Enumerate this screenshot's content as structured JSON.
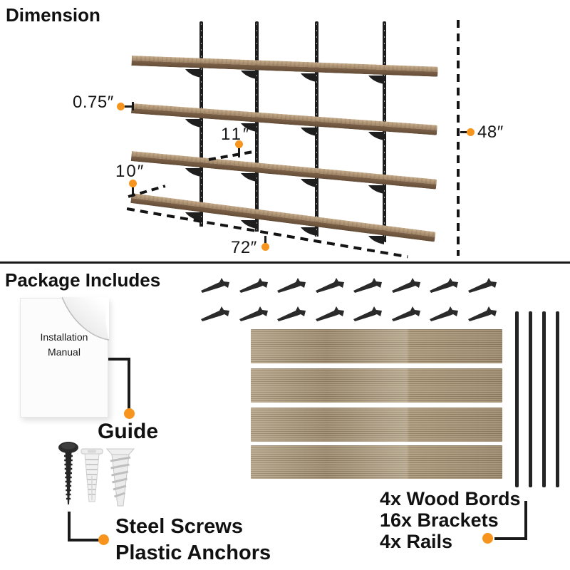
{
  "accent_color": "#F7941E",
  "wood_color": "#b3a184",
  "line_color": "#1a1a1a",
  "dimension": {
    "title": "Dimension",
    "thickness_label": "0.75″",
    "depth_upper_label": "11″",
    "depth_lower_label": "10″",
    "width_label": "72″",
    "height_label": "48″"
  },
  "package": {
    "title": "Package Includes",
    "manual_line1": "Installation",
    "manual_line2": "Manual",
    "guide_label": "Guide",
    "hardware_label_line1": "Steel Screws",
    "hardware_label_line2": "Plastic Anchors",
    "contents": {
      "boards": "4x Wood Bords",
      "brackets": "16x Brackets",
      "rails": "4x Rails"
    }
  }
}
